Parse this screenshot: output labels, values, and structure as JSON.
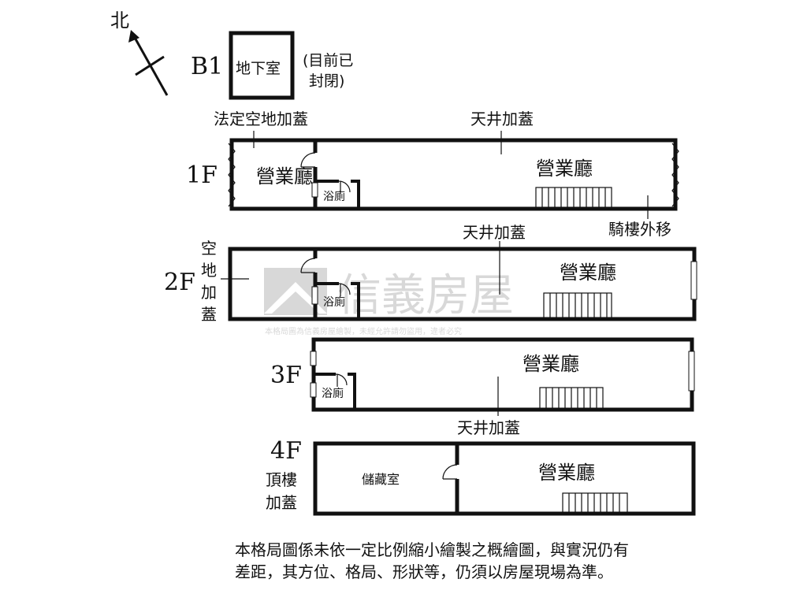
{
  "compass": {
    "label": "北"
  },
  "b1": {
    "level": "B1",
    "room": "地下室",
    "note_line1": "(目前已",
    "note_line2": "封閉)"
  },
  "floor1": {
    "level": "1F",
    "label_open_space": "法定空地加蓋",
    "label_skylight": "天井加蓋",
    "room_left": "營業廳",
    "room_main": "營業廳",
    "bath": "浴廁",
    "label_arcade": "騎樓外移"
  },
  "floor2": {
    "level": "2F",
    "side_label": [
      "空",
      "地",
      "加",
      "蓋"
    ],
    "label_skylight": "天井加蓋",
    "room_main": "營業廳",
    "bath": "浴廁"
  },
  "floor3": {
    "level": "3F",
    "room_main": "營業廳",
    "bath": "浴廁",
    "label_skylight": "天井加蓋"
  },
  "floor4": {
    "level": "4F",
    "side_line1": "頂樓",
    "side_line2": "加蓋",
    "storage": "儲藏室",
    "room_main": "營業廳"
  },
  "watermark": {
    "brand": "信義房屋",
    "copyright": "本格局圖為信義房屋繪製，未經允許請勿盜用，違者必究"
  },
  "disclaimer": "本格局圖係未依一定比例縮小繪製之概繪圖，與實況仍有差距，其方位、格局、形狀等，仍須以房屋現場為準。"
}
